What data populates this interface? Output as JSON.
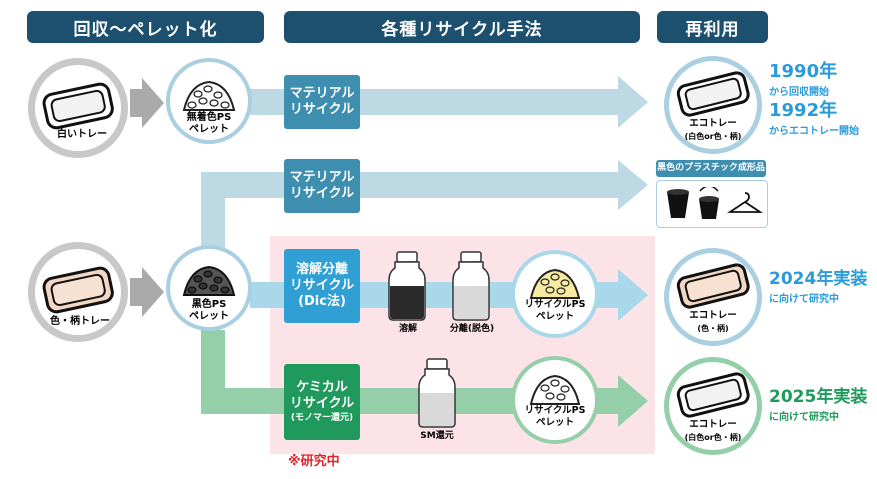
{
  "headers": {
    "collection": "回収〜ペレット化",
    "methods": "各種リサイクル手法",
    "reuse": "再利用"
  },
  "sources": {
    "white_tray": "白いトレー",
    "color_tray": "色・柄トレー",
    "colorless_pellet_line1": "無着色PS",
    "colorless_pellet_line2": "ペレット",
    "black_pellet_line1": "黒色PS",
    "black_pellet_line2": "ペレット"
  },
  "methods": {
    "material1_line1": "マテリアル",
    "material1_line2": "リサイクル",
    "material2_line1": "マテリアル",
    "material2_line2": "リサイクル",
    "dissolve_line1": "溶解分離",
    "dissolve_line2": "リサイクル",
    "dissolve_line3": "(Dic法)",
    "chemical_line1": "ケミカル",
    "chemical_line2": "リサイクル",
    "chemical_line3": "(モノマー還元)"
  },
  "process": {
    "dissolve": "溶解",
    "separate": "分離(脱色)",
    "sm_reduction": "SM還元",
    "recycled_pellet_line1": "リサイクルPS",
    "recycled_pellet_line2": "ペレット",
    "research_note": "※研究中"
  },
  "results": {
    "ecotray": "エコトレー",
    "ecotray1_sub": "(白色or色・柄)",
    "ecotray2_sub": "(色・柄)",
    "ecotray3_sub": "(白色or色・柄)",
    "black_products": "黒色のプラスチック成形品"
  },
  "milestones": {
    "y1990": "1990年",
    "y1990_sub": "から回収開始",
    "y1992": "1992年",
    "y1992_sub": "からエコトレー開始",
    "y2024": "2024年実装",
    "y2024_sub": "に向けて研究中",
    "y2025": "2025年実装",
    "y2025_sub": "に向けて研究中"
  },
  "colors": {
    "header_bg": "#1d4f6e",
    "material_blue": "#3e8eb0",
    "dissolve_blue": "#2f9fd4",
    "chemical_green": "#1f9a5c",
    "milestone_blue": "#2a9bd8",
    "milestone_green": "#1f9a5c",
    "research_red": "#e0242c",
    "highlight_bg": "#fbe3e8"
  },
  "icons": {
    "white_tray": "white-tray-icon",
    "color_tray": "color-tray-icon",
    "pellet": "pellet-pile-icon",
    "bottle": "bottle-icon",
    "bucket": "bucket-icon",
    "hanger": "hanger-icon"
  }
}
